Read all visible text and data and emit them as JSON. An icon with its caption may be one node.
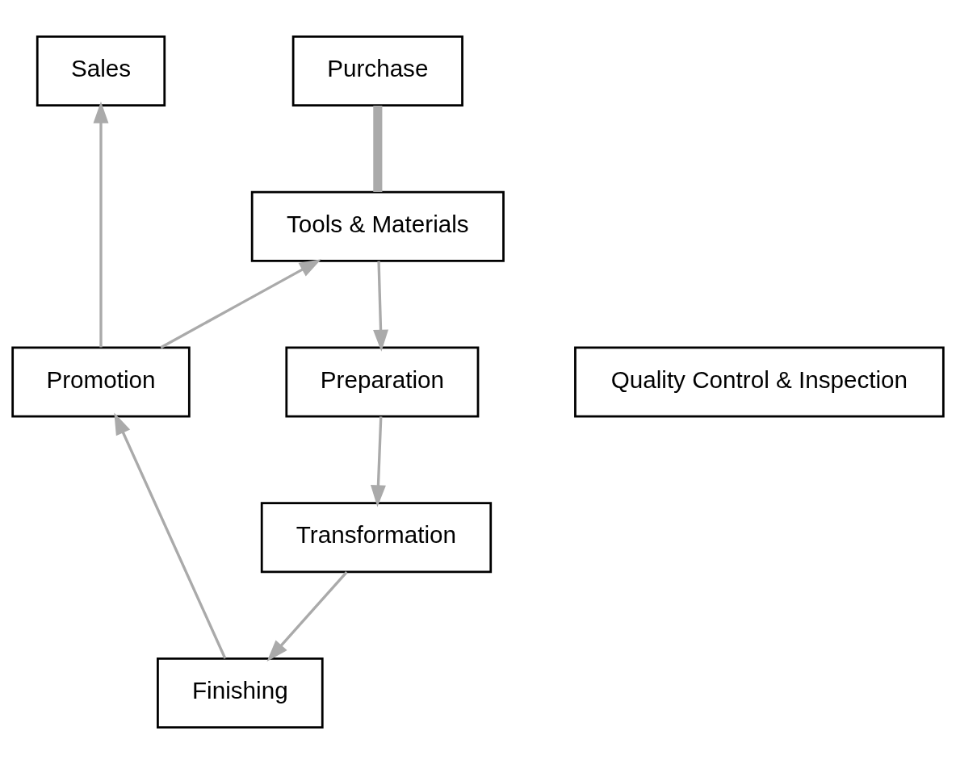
{
  "diagram": {
    "nodes": [
      {
        "text": [
          "Sales"
        ]
      },
      {
        "text": [
          "Purchase"
        ]
      },
      {
        "text": [
          "Tools & Materials"
        ]
      },
      {
        "text": [
          "Promotion"
        ]
      },
      {
        "text": [
          "Quality Control & Inspection"
        ]
      },
      {
        "text": [
          "Preparation"
        ]
      },
      {
        "text": [
          "Transformation"
        ]
      },
      {
        "text": [
          "Finishing"
        ]
      }
    ],
    "edges": [
      {
        "from": 1,
        "to": 2,
        "arrow": "none",
        "style": "thick"
      },
      {
        "from": 2,
        "to": 5,
        "arrow": "to"
      },
      {
        "from": 5,
        "to": 6,
        "arrow": "to"
      },
      {
        "from": 6,
        "to": 7,
        "arrow": "to"
      },
      {
        "from": 7,
        "to": 3,
        "arrow": "to"
      },
      {
        "from": 3,
        "to": 2,
        "arrow": "to"
      },
      {
        "from": 3,
        "to": 0,
        "arrow": "to"
      }
    ]
  }
}
